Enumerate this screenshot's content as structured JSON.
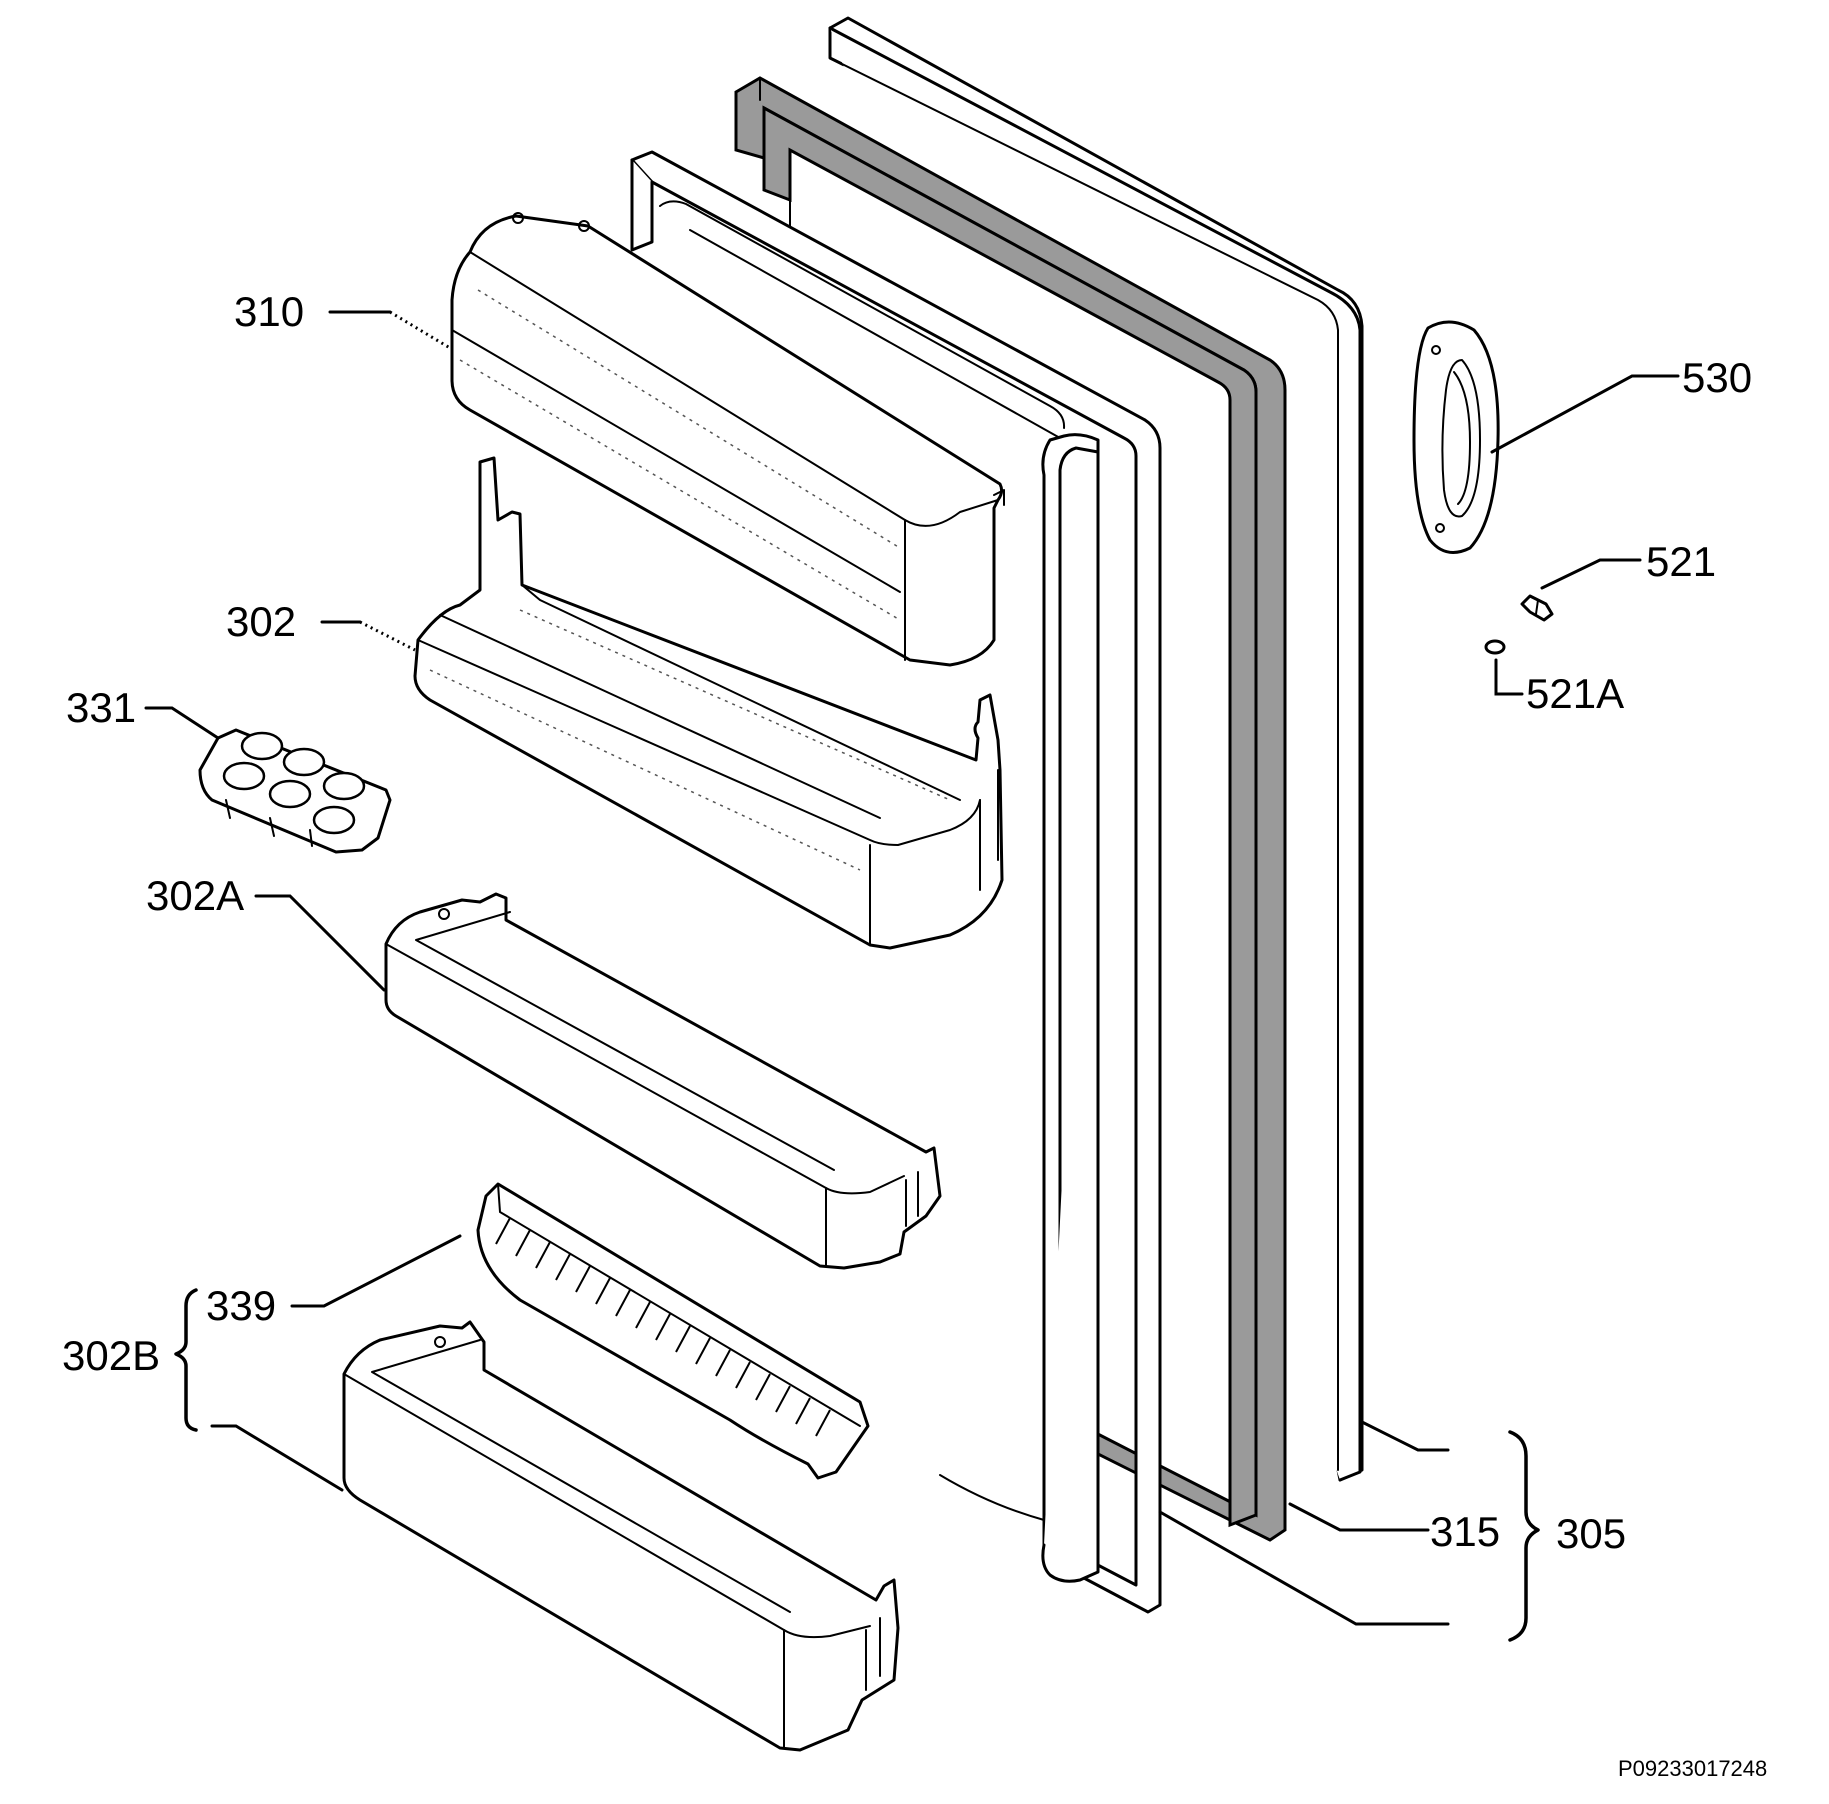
{
  "diagram": {
    "labels": {
      "p310": "310",
      "p302": "302",
      "p331": "331",
      "p302A": "302A",
      "p339": "339",
      "p302B": "302B",
      "p530": "530",
      "p521": "521",
      "p521A": "521A",
      "p315": "315",
      "p305": "305"
    },
    "reference_code": "P09233017248"
  }
}
